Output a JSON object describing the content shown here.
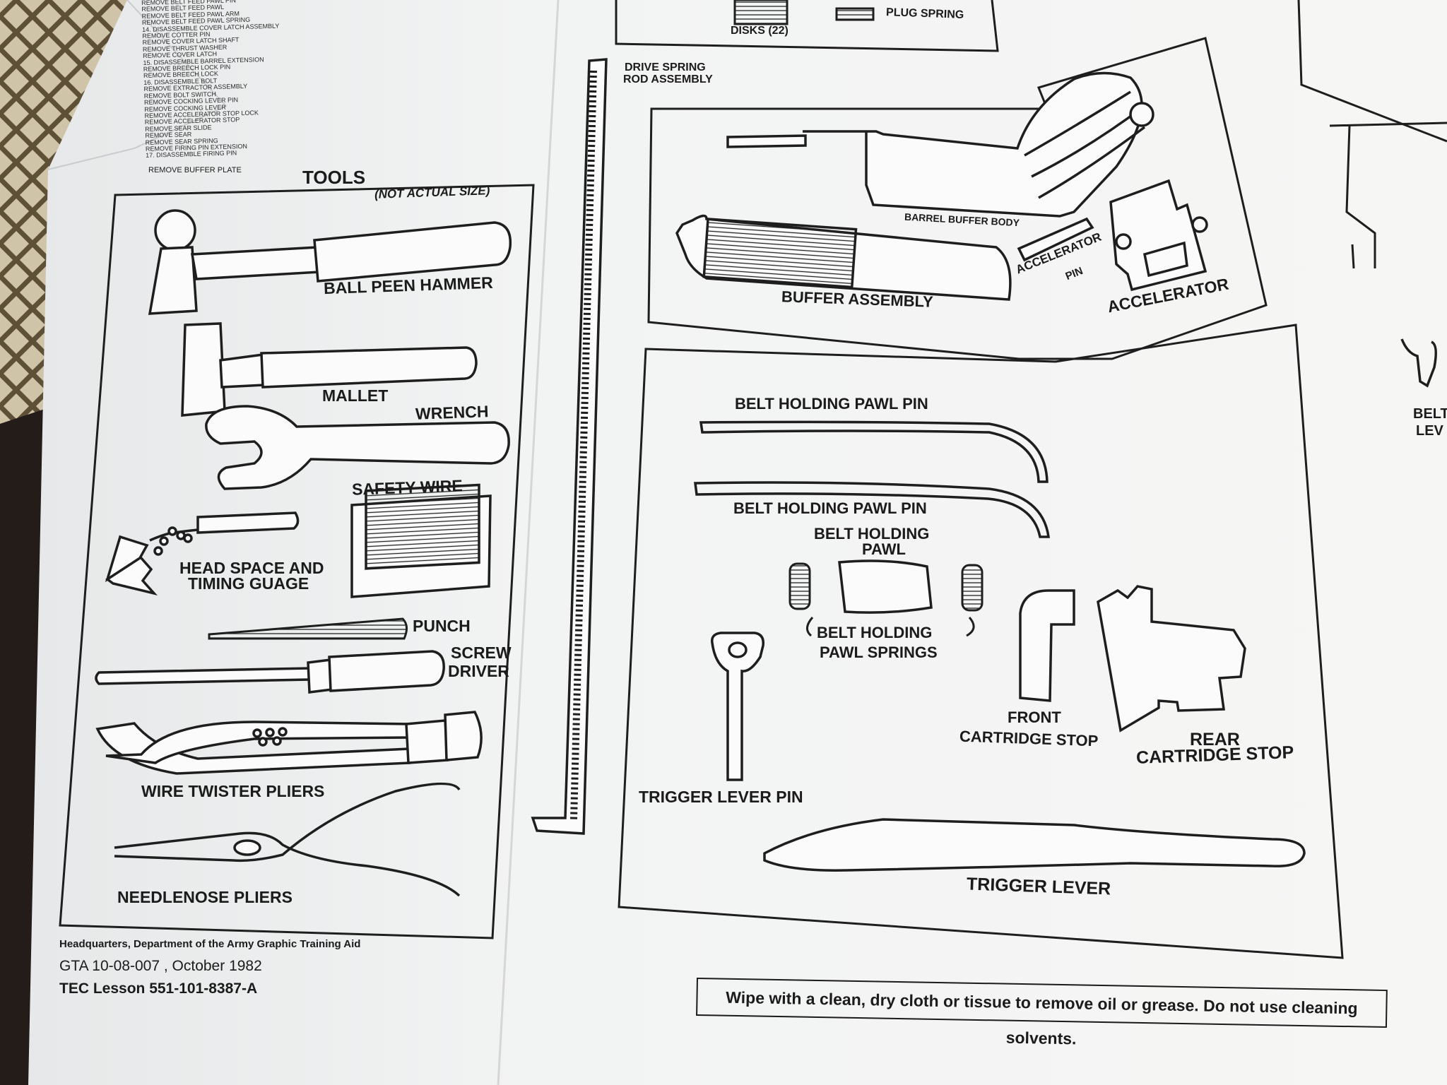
{
  "document": {
    "tools_heading": "TOOLS",
    "tools_note": "(NOT ACTUAL SIZE)",
    "steps_text": [
      "REMOVE BELT FEED PAWL PIN",
      "REMOVE BELT FEED PAWL",
      "REMOVE BELT FEED PAWL ARM",
      "REMOVE BELT FEED PAWL SPRING",
      "14. DISASSEMBLE COVER LATCH ASSEMBLY",
      "REMOVE COTTER PIN",
      "REMOVE COVER LATCH SHAFT",
      "REMOVE THRUST WASHER",
      "REMOVE COVER LATCH",
      "15. DISASSEMBLE BARREL EXTENSION",
      "REMOVE BREECH LOCK PIN",
      "REMOVE BREECH LOCK",
      "16. DISASSEMBLE BOLT",
      "REMOVE EXTRACTOR ASSEMBLY",
      "REMOVE BOLT SWITCH",
      "REMOVE COCKING LEVER PIN",
      "REMOVE COCKING LEVER",
      "REMOVE ACCELERATOR STOP LOCK",
      "REMOVE ACCELERATOR STOP",
      "REMOVE SEAR SLIDE",
      "REMOVE SEAR",
      "REMOVE SEAR SPRING",
      "REMOVE FIRING PIN EXTENSION",
      "17. DISASSEMBLE FIRING PIN"
    ],
    "step_last": "REMOVE BUFFER PLATE",
    "tools": {
      "ball_peen_hammer": "BALL PEEN HAMMER",
      "mallet": "MALLET",
      "wrench": "WRENCH",
      "safety_wire": "SAFETY WIRE",
      "headspace_line1": "HEAD SPACE AND",
      "headspace_line2": "TIMING GUAGE",
      "punch": "PUNCH",
      "screwdriver_line1": "SCREW",
      "screwdriver_line2": "DRIVER",
      "wire_twister": "WIRE TWISTER PLIERS",
      "needlenose": "NEEDLENOSE PLIERS"
    },
    "parts": {
      "disks": "DISKS (22)",
      "plug_spring": "PLUG SPRING",
      "drive_spring_line1": "DRIVE SPRING",
      "drive_spring_line2": "ROD ASSEMBLY",
      "barrel_buffer_body": "BARREL BUFFER BODY",
      "buffer_assembly": "BUFFER ASSEMBLY",
      "accelerator_pin_line1": "ACCELERATOR",
      "accelerator_pin_line2": "PIN",
      "accelerator": "ACCELERATOR",
      "belt_holding_pawl_pin_1": "BELT HOLDING PAWL PIN",
      "belt_holding_pawl_pin_2": "BELT HOLDING PAWL PIN",
      "belt_holding_pawl_line1": "BELT HOLDING",
      "belt_holding_pawl_line2": "PAWL",
      "pawl_springs_line1": "BELT HOLDING",
      "pawl_springs_line2": "PAWL SPRINGS",
      "front_stop_line1": "FRONT",
      "front_stop_line2": "CARTRIDGE STOP",
      "rear_stop_line1": "REAR",
      "rear_stop_line2": "CARTRIDGE STOP",
      "trigger_lever_pin": "TRIGGER LEVER PIN",
      "trigger_lever": "TRIGGER LEVER",
      "edge_label_line1": "BELT",
      "edge_label_line2": "LEV"
    },
    "footer": {
      "line1": "Headquarters, Department of the Army Graphic Training Aid",
      "line2": "GTA 10-08-007 , October 1982",
      "line3": "TEC Lesson 551-101-8387-A"
    },
    "notice": "Wipe with a clean, dry cloth or tissue to remove oil or grease. Do not use cleaning solvents."
  }
}
